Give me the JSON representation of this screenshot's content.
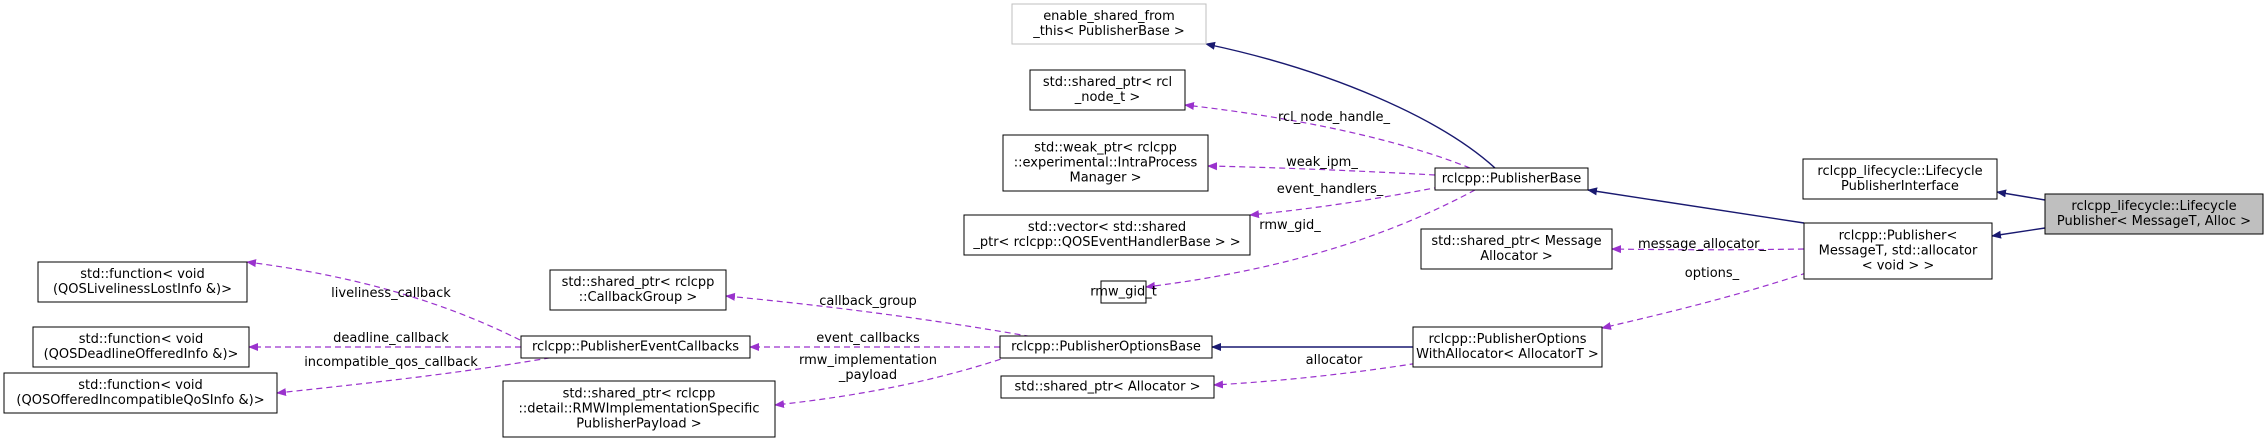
{
  "nodes": {
    "enable_shared": [
      "enable_shared_from",
      "_this< PublisherBase >"
    ],
    "shared_rcl_node": [
      "std::shared_ptr< rcl",
      "_node_t >"
    ],
    "weak_ipm": [
      "std::weak_ptr< rclcpp",
      "::experimental::IntraProcess",
      "Manager >"
    ],
    "vector_qos": [
      "std::vector< std::shared",
      "_ptr< rclcpp::QOSEventHandlerBase > >"
    ],
    "rmw_gid": [
      "rmw_gid_t"
    ],
    "publisher_base": [
      "rclcpp::PublisherBase"
    ],
    "shared_message_alloc": [
      "std::shared_ptr< Message",
      "Allocator >"
    ],
    "lifecycle_interface": [
      "rclcpp_lifecycle::Lifecycle",
      "PublisherInterface"
    ],
    "publisher": [
      "rclcpp::Publisher<",
      "MessageT, std::allocator",
      "< void > >"
    ],
    "lifecycle_publisher": [
      "rclcpp_lifecycle::Lifecycle",
      "Publisher< MessageT, Alloc >"
    ],
    "fn_liveliness": [
      "std::function< void",
      "(QOSLivelinessLostInfo &)>"
    ],
    "fn_deadline": [
      "std::function< void",
      "(QOSDeadlineOfferedInfo &)>"
    ],
    "fn_incompatible": [
      "std::function< void",
      "(QOSOfferedIncompatibleQoSInfo &)>"
    ],
    "event_callbacks": [
      "rclcpp::PublisherEventCallbacks"
    ],
    "shared_callback_group": [
      "std::shared_ptr< rclcpp",
      "::CallbackGroup >"
    ],
    "shared_rmw_payload": [
      "std::shared_ptr< rclcpp",
      "::detail::RMWImplementationSpecific",
      "PublisherPayload >"
    ],
    "options_base": [
      "rclcpp::PublisherOptionsBase"
    ],
    "shared_allocator": [
      "std::shared_ptr< Allocator >"
    ],
    "options_with_alloc": [
      "rclcpp::PublisherOptions",
      "WithAllocator< AllocatorT >"
    ]
  },
  "edge_labels": {
    "rcl_node_handle": [
      "rcl_node_handle_"
    ],
    "weak_ipm": [
      "weak_ipm_"
    ],
    "event_handlers": [
      "event_handlers_"
    ],
    "rmw_gid": [
      "rmw_gid_"
    ],
    "message_allocator": [
      "message_allocator_"
    ],
    "options": [
      "options_"
    ],
    "liveliness_callback": [
      "liveliness_callback"
    ],
    "deadline_callback": [
      "deadline_callback"
    ],
    "incompatible_qos_callback": [
      "incompatible_qos_callback"
    ],
    "callback_group": [
      "callback_group"
    ],
    "event_callbacks": [
      "event_callbacks"
    ],
    "rmw_payload": [
      "rmw_implementation",
      "_payload"
    ],
    "allocator": [
      "allocator"
    ]
  },
  "colors": {
    "inheritance_edge": "#191970",
    "member_edge": "#9a32cd",
    "focus_node_fill": "#bfbfbf",
    "external_node_border": "#bfbfbf"
  }
}
